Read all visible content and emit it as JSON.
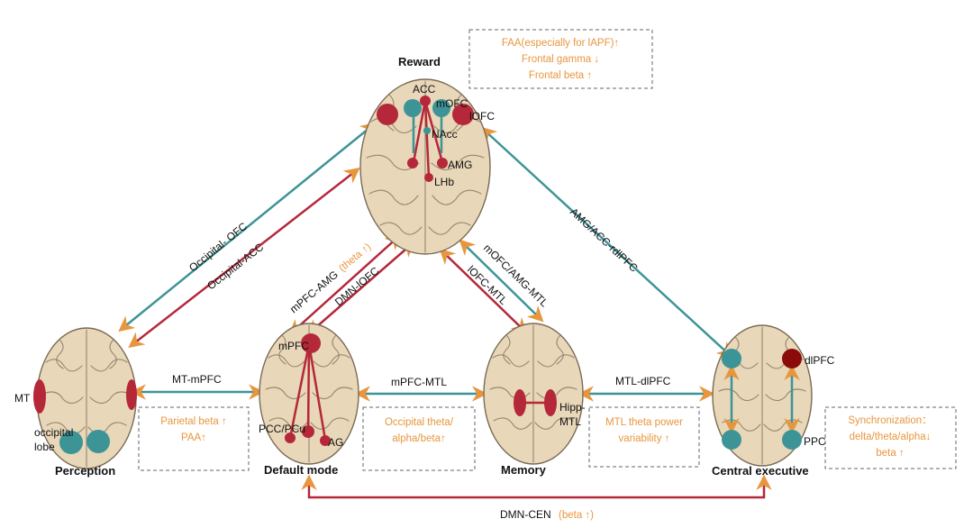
{
  "nodes": {
    "reward": {
      "title": "Reward",
      "regions": [
        "ACC",
        "mOFC",
        "NAcc",
        "lOFC",
        "AMG",
        "LHb"
      ]
    },
    "perception": {
      "title": "Perception",
      "regions": [
        "MT",
        "occipital",
        "lobe"
      ]
    },
    "default_mode": {
      "title": "Default mode",
      "regions": [
        "mPFC",
        "PCC/PCu",
        "AG"
      ]
    },
    "memory": {
      "title": "Memory",
      "regions": [
        "Hipp-",
        "MTL"
      ]
    },
    "central_executive": {
      "title": "Central executive",
      "regions": [
        "dlPFC",
        "PPC"
      ]
    }
  },
  "edges": {
    "occipital_ofc": "Occipital- OFC",
    "occipital_acc": "Occipital-ACC",
    "mpfc_amg": "mPFC-AMG",
    "mpfc_amg_note": "(theta ↑)",
    "dmn_lofc": "DMN-lOFC",
    "mofc_amg_mtl": "mOFC/AMG-MTL",
    "lofc_mtl": "lOFC-MTL",
    "amg_acc_dlpfc": "AMG/ACC-rdlPFC",
    "mt_mpfc": "MT-mPFC",
    "mpfc_mtl": "mPFC-MTL",
    "mtl_dlpfc": "MTL-dlPFC",
    "dmn_cen": "DMN-CEN",
    "dmn_cen_note": "(beta ↑)"
  },
  "boxes": {
    "reward": [
      "FAA(especially for lAPF)↑",
      "Frontal gamma ↓",
      "Frontal beta ↑"
    ],
    "perception": [
      "Parietal beta ↑",
      "PAA↑"
    ],
    "default_mode": [
      "Occipital theta/",
      "alpha/beta↑"
    ],
    "memory": [
      "MTL theta power",
      "variability ↑"
    ],
    "central_executive": [
      "Synchronization：",
      "delta/theta/alpha↓",
      "beta ↑"
    ]
  },
  "colors": {
    "teal": "#3d9497",
    "red": "#b5283a",
    "dark_red": "#8b0a0a",
    "orange": "#e8963e",
    "brain": "#e8d7b8"
  }
}
